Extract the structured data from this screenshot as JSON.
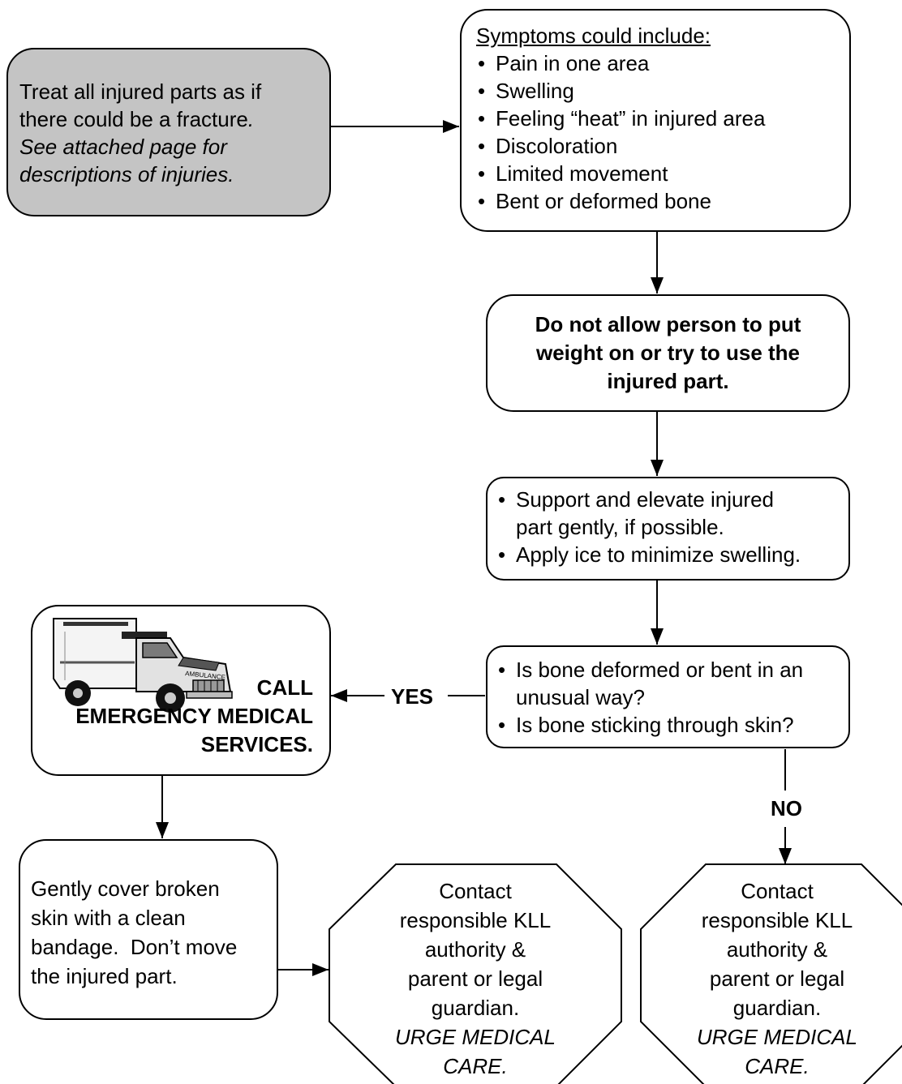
{
  "start": {
    "line1": "Treat all injured parts as if",
    "line2a": "there could be a fracture",
    "line2b": ".",
    "italic1": "See attached page for",
    "italic2": "descriptions of injuries."
  },
  "symptoms": {
    "heading": "Symptoms could include:",
    "items": [
      "Pain in one area",
      "Swelling",
      "Feeling “heat” in injured area",
      "Discoloration",
      "Limited movement",
      "Bent or deformed bone"
    ]
  },
  "no_weight": {
    "lines": [
      "Do not allow person to put",
      "weight on or try to use the",
      "injured part."
    ]
  },
  "support": {
    "item1_line1": "Support and elevate injured",
    "item1_line2": "part gently, if possible.",
    "item2": "Apply ice to minimize swelling."
  },
  "question": {
    "item1_line1": "Is bone deformed or bent in an",
    "item1_line2": "unusual way?",
    "item2": "Is bone sticking through skin?"
  },
  "labels": {
    "yes": "YES",
    "no": "NO"
  },
  "ems": {
    "lines": [
      "CALL",
      "EMERGENCY MEDICAL",
      "SERVICES."
    ],
    "truck_text": "AMBULANCE"
  },
  "cover": {
    "lines": [
      "Gently cover broken",
      "skin with a clean",
      "bandage.  Don’t move",
      "the injured part."
    ]
  },
  "contact": {
    "lines": [
      "Contact",
      "responsible KLL",
      "authority &",
      "parent or legal",
      "guardian."
    ],
    "italic_lines": [
      "URGE MEDICAL",
      "CARE."
    ]
  }
}
